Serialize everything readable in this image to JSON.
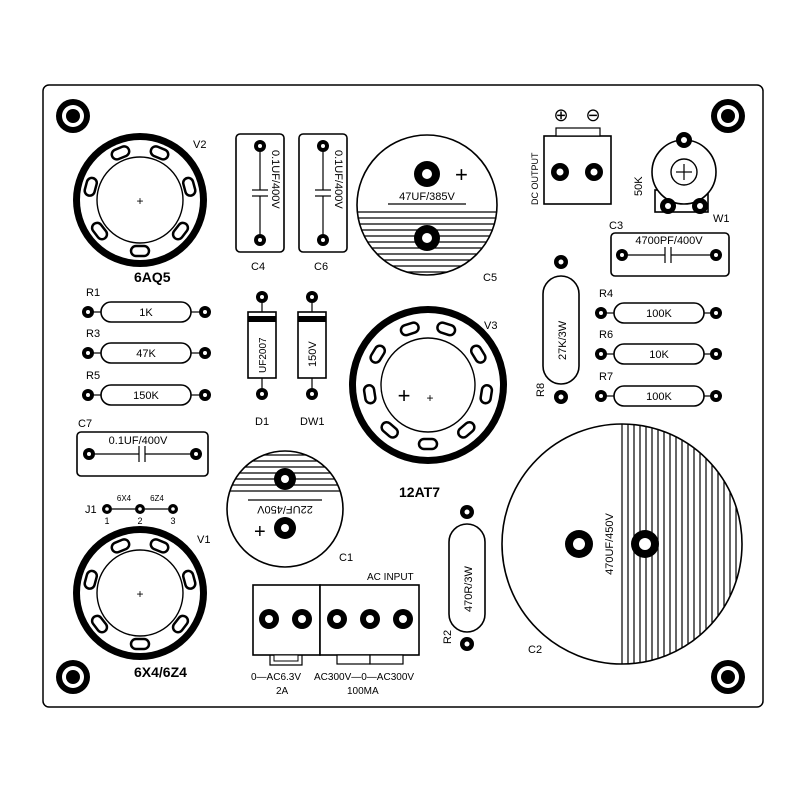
{
  "tubes": {
    "v2": {
      "ref": "V2",
      "type": "6AQ5"
    },
    "v3": {
      "ref": "V3",
      "type": "12AT7"
    },
    "v1": {
      "ref": "V1",
      "type": "6X4/6Z4"
    }
  },
  "resistors": {
    "r1": {
      "ref": "R1",
      "value": "1K"
    },
    "r3": {
      "ref": "R3",
      "value": "47K"
    },
    "r5": {
      "ref": "R5",
      "value": "150K"
    },
    "r4": {
      "ref": "R4",
      "value": "100K"
    },
    "r6": {
      "ref": "R6",
      "value": "10K"
    },
    "r7": {
      "ref": "R7",
      "value": "100K"
    },
    "r8": {
      "ref": "R8",
      "value": "27K/3W"
    },
    "r2": {
      "ref": "R2",
      "value": "470R/3W"
    }
  },
  "capacitors": {
    "c4": {
      "ref": "C4",
      "value": "0.1UF/400V"
    },
    "c6": {
      "ref": "C6",
      "value": "0.1UF/400V"
    },
    "c5": {
      "ref": "C5",
      "value": "47UF/385V"
    },
    "c3": {
      "ref": "C3",
      "value": "4700PF/400V"
    },
    "c7": {
      "ref": "C7",
      "value": "0.1UF/400V"
    },
    "c1": {
      "ref": "C1",
      "value": "22UF/450V"
    },
    "c2": {
      "ref": "C2",
      "value": "470UF/450V"
    }
  },
  "diodes": {
    "d1": {
      "ref": "D1",
      "value": "UF2007"
    },
    "dw1": {
      "ref": "DW1",
      "value": "150V"
    }
  },
  "pot": {
    "ref": "W1",
    "value": "50K"
  },
  "dc_output": {
    "label": "DC OUTPUT",
    "plus": "⊕",
    "minus": "⊖"
  },
  "jumper": {
    "ref": "J1",
    "opt_a": "6X4",
    "opt_b": "6Z4",
    "pin1": "1",
    "pin2": "2",
    "pin3": "3"
  },
  "ac_input": {
    "title": "AC INPUT",
    "heater_label": "0—AC6.3V",
    "heater_current": "2A",
    "ht_label": "AC300V—0—AC300V",
    "ht_current": "100MA"
  },
  "plus_sign": "+"
}
